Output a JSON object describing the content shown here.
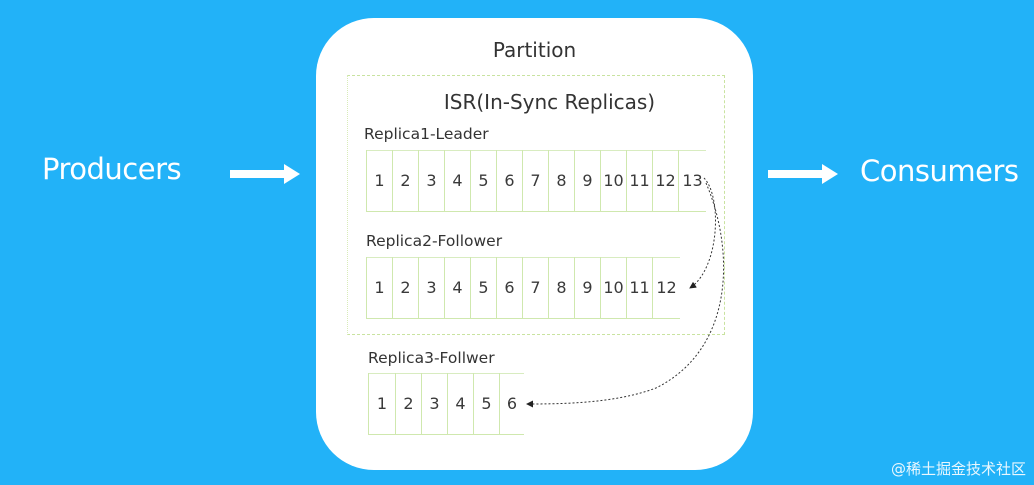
{
  "producers_label": "Producers",
  "consumers_label": "Consumers",
  "partition": {
    "title": "Partition",
    "isr_title": "ISR(In-Sync Replicas)",
    "replicas": [
      {
        "label": "Replica1-Leader",
        "offsets": [
          "1",
          "2",
          "3",
          "4",
          "5",
          "6",
          "7",
          "8",
          "9",
          "10",
          "11",
          "12",
          "13"
        ]
      },
      {
        "label": "Replica2-Follower",
        "offsets": [
          "1",
          "2",
          "3",
          "4",
          "5",
          "6",
          "7",
          "8",
          "9",
          "10",
          "11",
          "12"
        ]
      },
      {
        "label": "Replica3-Follwer",
        "offsets": [
          "1",
          "2",
          "3",
          "4",
          "5",
          "6"
        ]
      }
    ]
  },
  "watermark": "@稀土掘金技术社区",
  "colors": {
    "background": "#22b2f8",
    "partition_fill": "#ffffff",
    "cell_border": "#cfe8ae",
    "arrow": "#ffffff"
  }
}
